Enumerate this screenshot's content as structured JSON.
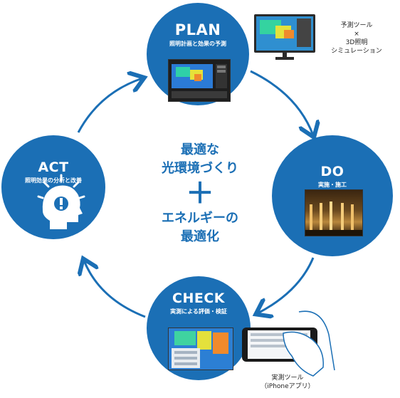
{
  "cycle": {
    "plan": {
      "title": "PLAN",
      "subtitle": "照明計画と効果の予測"
    },
    "do": {
      "title": "DO",
      "subtitle": "実施・施工"
    },
    "check": {
      "title": "CHECK",
      "subtitle": "実測による評価・検証"
    },
    "act": {
      "title": "ACT",
      "subtitle": "照明効果の分析と改善"
    }
  },
  "center": {
    "line1": "最適な",
    "line2": "光環境づくり",
    "plus": "＋",
    "line3": "エネルギーの",
    "line4": "最適化"
  },
  "plan_tool": {
    "line1": "予測ツール",
    "line2": "×",
    "line3": "3D照明",
    "line4": "シミュレーション"
  },
  "iphone_tool": {
    "line1": "実測ツール",
    "line2": "（iPhoneアプリ）"
  },
  "colors": {
    "accent": "#1b6fb5",
    "background": "#ffffff"
  },
  "icons": {
    "act": "head-with-exclamation-icon"
  }
}
